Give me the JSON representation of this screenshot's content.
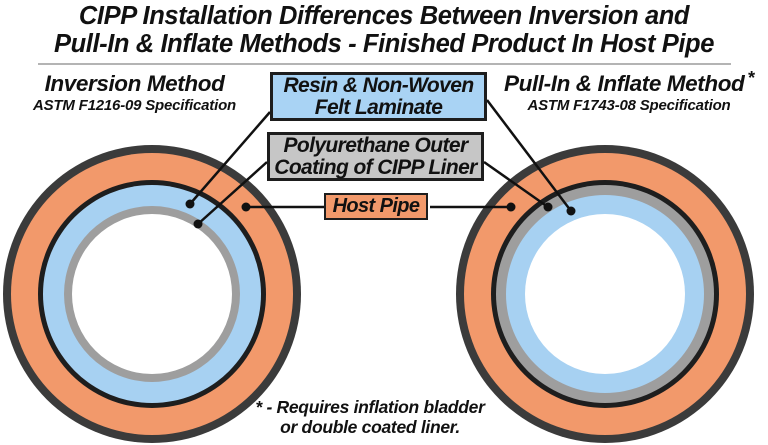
{
  "title": {
    "line1": "CIPP Installation Differences Between Inversion and",
    "line2": "Pull-In & Inflate Methods - Finished Product In Host Pipe"
  },
  "left_method": {
    "name": "Inversion Method",
    "spec": "ASTM F1216-09 Specification"
  },
  "right_method": {
    "name": "Pull-In & Inflate Method",
    "asterisk": "*",
    "spec": "ASTM F1743-08 Specification"
  },
  "labels": {
    "laminate": {
      "line1": "Resin & Non-Woven",
      "line2": "Felt Laminate"
    },
    "coating": {
      "line1": "Polyurethane Outer",
      "line2": "Coating of CIPP Liner"
    },
    "host_pipe": {
      "text": "Host Pipe"
    }
  },
  "footnote": {
    "line1": "* - Requires inflation bladder",
    "line2": "or double coated liner."
  },
  "colors": {
    "host_pipe_orange": "#F2996B",
    "liner_blue": "#A7D1F2",
    "coating_gray": "#9E9E9E",
    "outline_dark": "#3B3B3B",
    "thin_ring": "#1E1E1E",
    "white": "#FFFFFF",
    "laminate_box_fill": "#A9D3F4",
    "coating_box_fill": "#C6C6C6",
    "host_box_fill": "#F2996B",
    "line_black": "#111111"
  },
  "pipes": {
    "left": {
      "layers_outer_to_inner": [
        "host pipe (orange)",
        "resin & felt laminate (blue)",
        "polyurethane coating (gray)"
      ]
    },
    "right": {
      "layers_outer_to_inner": [
        "host pipe (orange)",
        "polyurethane coating (gray)",
        "resin & felt laminate (blue)"
      ]
    }
  }
}
